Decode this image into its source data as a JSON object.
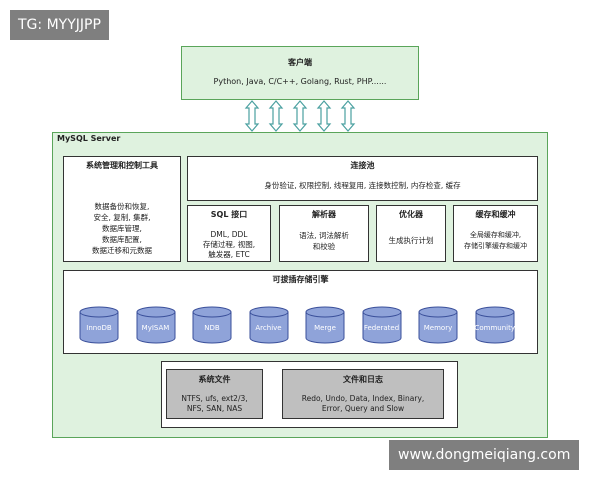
{
  "watermark_top": "TG: MYYJJPP",
  "watermark_bottom": "www.dongmeiqiang.com",
  "client": {
    "title": "客户端",
    "text": "Python, Java, C/C++, Golang, Rust, PHP......"
  },
  "server": {
    "title": "MySQL Server",
    "management": {
      "title": "系统管理和控制工具",
      "lines": [
        "数据备份和恢复,",
        "安全, 复制, 集群,",
        "数据库管理,",
        "数据库配置,",
        "数据迁移和元数据"
      ]
    },
    "connection_pool": {
      "title": "连接池",
      "text": "身份验证, 权限控制, 线程复用, 连接数控制, 内存检查, 缓存"
    },
    "sql_interface": {
      "title": "SQL 接口",
      "lines": [
        "DML, DDL",
        "存储过程, 视图,",
        "触发器, ETC"
      ]
    },
    "parser": {
      "title": "解析器",
      "lines": [
        "语法, 词法解析",
        "和校验"
      ]
    },
    "optimizer": {
      "title": "优化器",
      "lines": [
        "生成执行计划"
      ]
    },
    "cache": {
      "title": "缓存和缓冲",
      "lines": [
        "全局缓存和缓冲,",
        "存储引擎缓存和缓冲"
      ]
    },
    "engines": {
      "title": "可拔插存储引擎",
      "items": [
        "InnoDB",
        "MyISAM",
        "NDB",
        "Archive",
        "Merge",
        "Federated",
        "Memory",
        "Community"
      ]
    },
    "files": {
      "system_files": {
        "title": "系统文件",
        "lines": [
          "NTFS, ufs, ext2/3,",
          "NFS, SAN, NAS"
        ]
      },
      "logs": {
        "title": "文件和日志",
        "lines": [
          "Redo, Undo, Data, Index, Binary,",
          "Error, Query and Slow"
        ]
      }
    }
  },
  "colors": {
    "green_fill": "#dff2df",
    "green_border": "#5aa55a",
    "engine_fill": "#8fa3d9",
    "engine_border": "#3a4f9a",
    "gray_fill": "#bfbfbf"
  }
}
